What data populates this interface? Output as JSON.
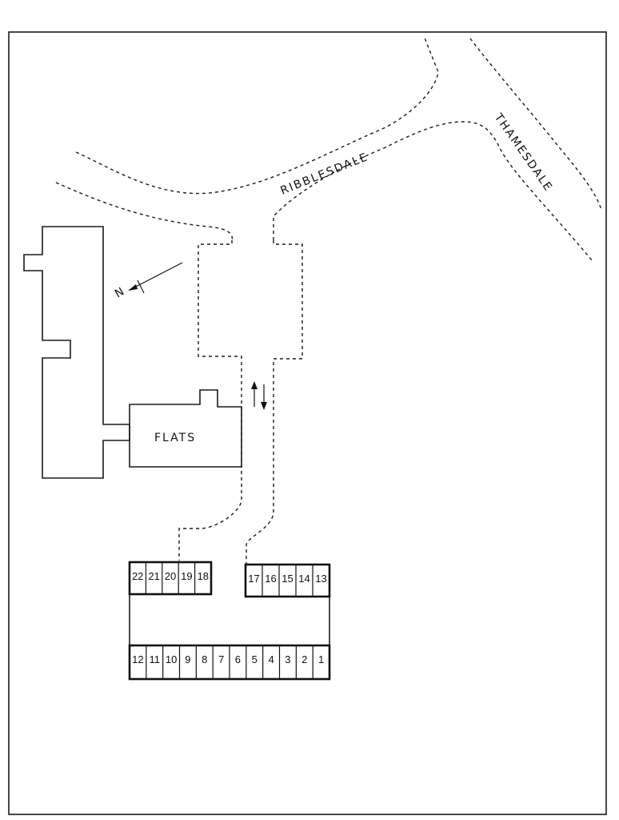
{
  "labels": {
    "road_ribblesdale": "RIBBLESDALE",
    "road_thamesdale": "THAMESDALE",
    "building_flats": "FLATS",
    "north": "N"
  },
  "garages": {
    "top_left": [
      "22",
      "21",
      "20",
      "19",
      "18"
    ],
    "top_right": [
      "17",
      "16",
      "15",
      "14",
      "13"
    ],
    "bottom": [
      "12",
      "11",
      "10",
      "9",
      "8",
      "7",
      "6",
      "5",
      "4",
      "3",
      "2",
      "1"
    ]
  }
}
